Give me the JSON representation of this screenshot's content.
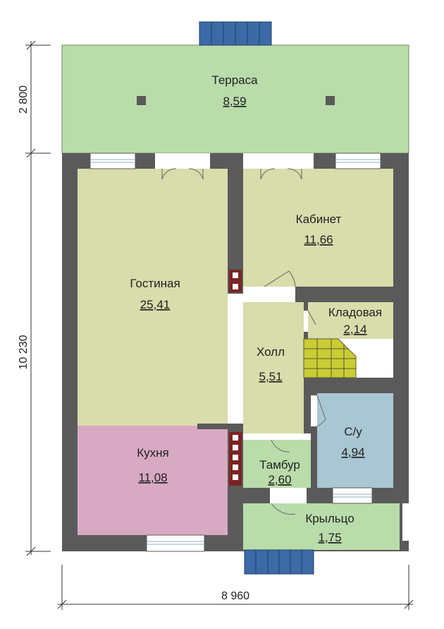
{
  "colors": {
    "wall": "#5a5a5a",
    "terrace": "#b9dcaa",
    "living": "#d9dcab",
    "cabinet": "#d9dcab",
    "kitchen": "#d8a9c3",
    "hall": "#d9dcab",
    "bath": "#a9c7d3",
    "porch": "#b9dcaa",
    "stairs": "#c9cc33",
    "brick": "#7a2323",
    "blue_step": "#3b6aa6"
  },
  "rooms": [
    {
      "id": "terrace",
      "name": "Терраса",
      "area": "8,59"
    },
    {
      "id": "living",
      "name": "Гостиная",
      "area": "25,41"
    },
    {
      "id": "cabinet",
      "name": "Кабинет",
      "area": "11,66"
    },
    {
      "id": "pantry",
      "name": "Кладовая",
      "area": "2,14"
    },
    {
      "id": "hall",
      "name": "Холл",
      "area": "5,51"
    },
    {
      "id": "bath",
      "name": "С/у",
      "area": "4,94"
    },
    {
      "id": "kitchen",
      "name": "Кухня",
      "area": "11,08"
    },
    {
      "id": "vestibule",
      "name": "Тамбур",
      "area": "2,60"
    },
    {
      "id": "porch",
      "name": "Крыльцо",
      "area": "1,75"
    }
  ],
  "dimensions": {
    "terrace_depth": "2 800",
    "house_depth": "10 230",
    "house_width": "8 960"
  }
}
